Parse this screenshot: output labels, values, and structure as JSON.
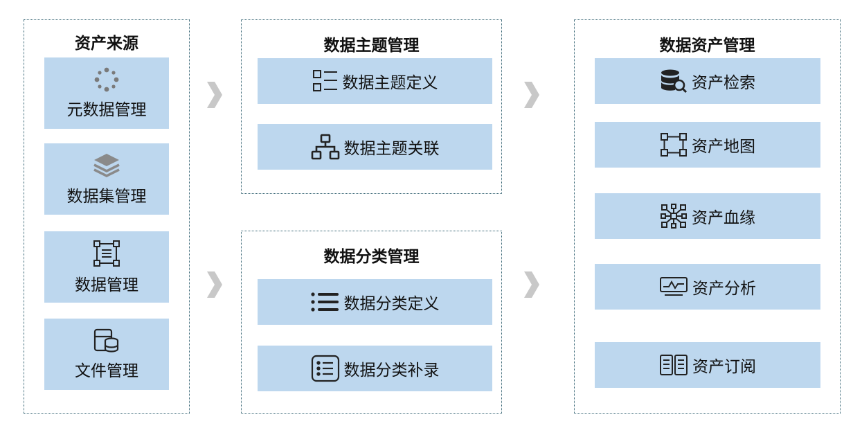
{
  "colors": {
    "tile_bg": "#bdd7ee",
    "border": "#2f5f6f",
    "chevron": "#c8c8c8",
    "icon": "#222222"
  },
  "asset_source": {
    "title": "资产来源",
    "items": [
      {
        "label": "元数据管理",
        "icon": "circle-nodes-icon"
      },
      {
        "label": "数据集管理",
        "icon": "layers-icon"
      },
      {
        "label": "数据管理",
        "icon": "frame-list-icon"
      },
      {
        "label": "文件管理",
        "icon": "file-database-icon"
      }
    ]
  },
  "data_topic": {
    "title": "数据主题管理",
    "items": [
      {
        "label": "数据主题定义",
        "icon": "list-icon"
      },
      {
        "label": "数据主题关联",
        "icon": "hierarchy-icon"
      }
    ]
  },
  "data_classify": {
    "title": "数据分类管理",
    "items": [
      {
        "label": "数据分类定义",
        "icon": "bullet-list-icon"
      },
      {
        "label": "数据分类补录",
        "icon": "boxed-list-icon"
      }
    ]
  },
  "data_asset": {
    "title": "数据资产管理",
    "items": [
      {
        "label": "资产检索",
        "icon": "database-search-icon"
      },
      {
        "label": "资产地图",
        "icon": "node-map-icon"
      },
      {
        "label": "资产血缘",
        "icon": "network-icon"
      },
      {
        "label": "资产分析",
        "icon": "monitor-chart-icon"
      },
      {
        "label": "资产订阅",
        "icon": "book-icon"
      }
    ]
  }
}
